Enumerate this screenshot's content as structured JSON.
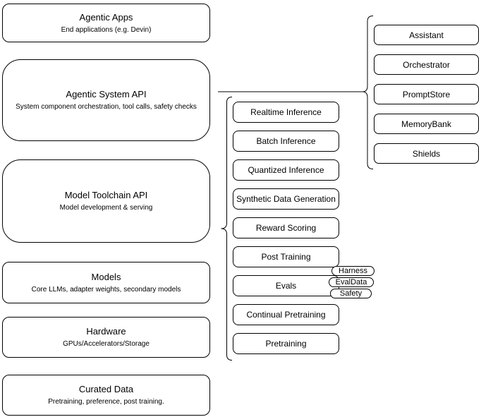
{
  "layers": [
    {
      "title": "Agentic Apps",
      "subtitle": "End applications (e.g. Devin)"
    },
    {
      "title": "Agentic System API",
      "subtitle": "System component orchestration, tool calls, safety checks"
    },
    {
      "title": "Model Toolchain API",
      "subtitle": "Model development & serving"
    },
    {
      "title": "Models",
      "subtitle": "Core LLMs, adapter weights, secondary models"
    },
    {
      "title": "Hardware",
      "subtitle": "GPUs/Accelerators/Storage"
    },
    {
      "title": "Curated Data",
      "subtitle": "Pretraining, preference, post training."
    }
  ],
  "toolchain_components": [
    "Realtime Inference",
    "Batch Inference",
    "Quantized Inference",
    "Synthetic Data Generation",
    "Reward Scoring",
    "Post Training",
    "Evals",
    "Continual Pretraining",
    "Pretraining"
  ],
  "evals_tags": [
    "Harness",
    "EvalData",
    "Safety"
  ],
  "system_components": [
    "Assistant",
    "Orchestrator",
    "PromptStore",
    "MemoryBank",
    "Shields"
  ],
  "colors": {
    "stroke": "#000000",
    "fill": "#ffffff",
    "background": "#ffffff",
    "text": "#000000"
  }
}
